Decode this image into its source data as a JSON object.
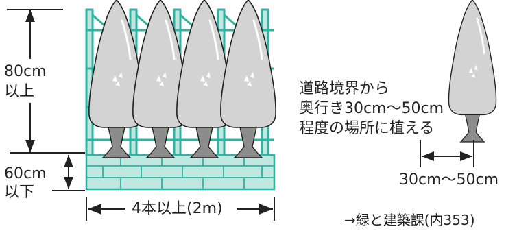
{
  "colors": {
    "teal": "#2fb3a2",
    "teal_fill": "#bfe8e1",
    "tree_fill": "#d3d3d3",
    "trunk": "#8c8c8c",
    "line": "#222222"
  },
  "labels": {
    "height_80": "80cm",
    "height_80_sub": "以上",
    "height_60": "60cm",
    "height_60_sub": "以下",
    "width_span": "4本以上(2m)",
    "note_line1": "道路境界から",
    "note_line2": "奥行き30cm〜50cm",
    "note_line3": "程度の場所に植える",
    "depth_span": "30cm〜50cm",
    "department": "→緑と建築課(内353)"
  },
  "icons": [
    "hedge-tree-icon",
    "single-tree-icon",
    "block-wall-icon",
    "lattice-fence-icon"
  ]
}
